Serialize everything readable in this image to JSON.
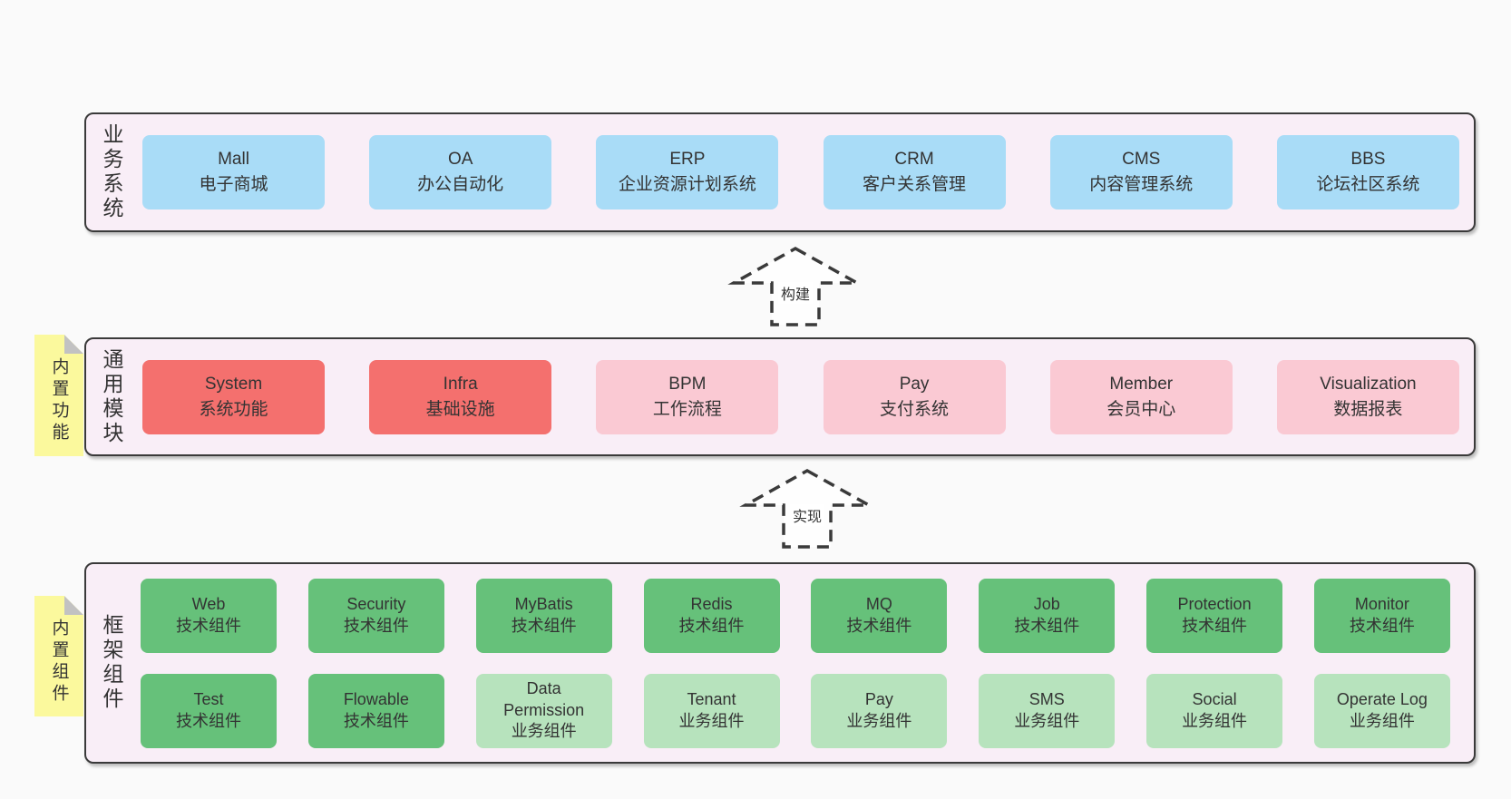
{
  "diagram": {
    "bands": [
      {
        "id": "business",
        "label": "业务系统",
        "note": null,
        "rows": [
          [
            {
              "title": "Mall",
              "subtitle": "电子商城",
              "variant": "blue"
            },
            {
              "title": "OA",
              "subtitle": "办公自动化",
              "variant": "blue"
            },
            {
              "title": "ERP",
              "subtitle": "企业资源计划系统",
              "variant": "blue"
            },
            {
              "title": "CRM",
              "subtitle": "客户关系管理",
              "variant": "blue"
            },
            {
              "title": "CMS",
              "subtitle": "内容管理系统",
              "variant": "blue"
            },
            {
              "title": "BBS",
              "subtitle": "论坛社区系统",
              "variant": "blue"
            }
          ]
        ]
      },
      {
        "id": "modules",
        "label": "通用模块",
        "note": "内置功能",
        "rows": [
          [
            {
              "title": "System",
              "subtitle": "系统功能",
              "variant": "red"
            },
            {
              "title": "Infra",
              "subtitle": "基础设施",
              "variant": "red"
            },
            {
              "title": "BPM",
              "subtitle": "工作流程",
              "variant": "pink"
            },
            {
              "title": "Pay",
              "subtitle": "支付系统",
              "variant": "pink"
            },
            {
              "title": "Member",
              "subtitle": "会员中心",
              "variant": "pink"
            },
            {
              "title": "Visualization",
              "subtitle": "数据报表",
              "variant": "pink"
            }
          ]
        ]
      },
      {
        "id": "framework",
        "label": "框架组件",
        "note": "内置组件",
        "rows": [
          [
            {
              "title": "Web",
              "subtitle": "技术组件",
              "variant": "green"
            },
            {
              "title": "Security",
              "subtitle": "技术组件",
              "variant": "green"
            },
            {
              "title": "MyBatis",
              "subtitle": "技术组件",
              "variant": "green"
            },
            {
              "title": "Redis",
              "subtitle": "技术组件",
              "variant": "green"
            },
            {
              "title": "MQ",
              "subtitle": "技术组件",
              "variant": "green"
            },
            {
              "title": "Job",
              "subtitle": "技术组件",
              "variant": "green"
            },
            {
              "title": "Protection",
              "subtitle": "技术组件",
              "variant": "green"
            },
            {
              "title": "Monitor",
              "subtitle": "技术组件",
              "variant": "green"
            }
          ],
          [
            {
              "title": "Test",
              "subtitle": "技术组件",
              "variant": "green"
            },
            {
              "title": "Flowable",
              "subtitle": "技术组件",
              "variant": "green"
            },
            {
              "title": "Data Permission",
              "subtitle": "业务组件",
              "variant": "lightgreen"
            },
            {
              "title": "Tenant",
              "subtitle": "业务组件",
              "variant": "lightgreen"
            },
            {
              "title": "Pay",
              "subtitle": "业务组件",
              "variant": "lightgreen"
            },
            {
              "title": "SMS",
              "subtitle": "业务组件",
              "variant": "lightgreen"
            },
            {
              "title": "Social",
              "subtitle": "业务组件",
              "variant": "lightgreen"
            },
            {
              "title": "Operate Log",
              "subtitle": "业务组件",
              "variant": "lightgreen"
            }
          ]
        ]
      }
    ],
    "arrows": [
      {
        "id": "build",
        "label": "构建"
      },
      {
        "id": "implement",
        "label": "实现"
      }
    ],
    "colors": {
      "canvas-bg": "#fafafa",
      "band-bg": "#f9eef7",
      "line": "#3a3a3a",
      "text": "#333333",
      "blue": "#a9dcf7",
      "red": "#f4706e",
      "pink": "#fac9d3",
      "green": "#66c17a",
      "lightgreen": "#b7e3bd",
      "note-yellow": "#fbf99d",
      "fold-gray": "#c2c2c2"
    }
  }
}
